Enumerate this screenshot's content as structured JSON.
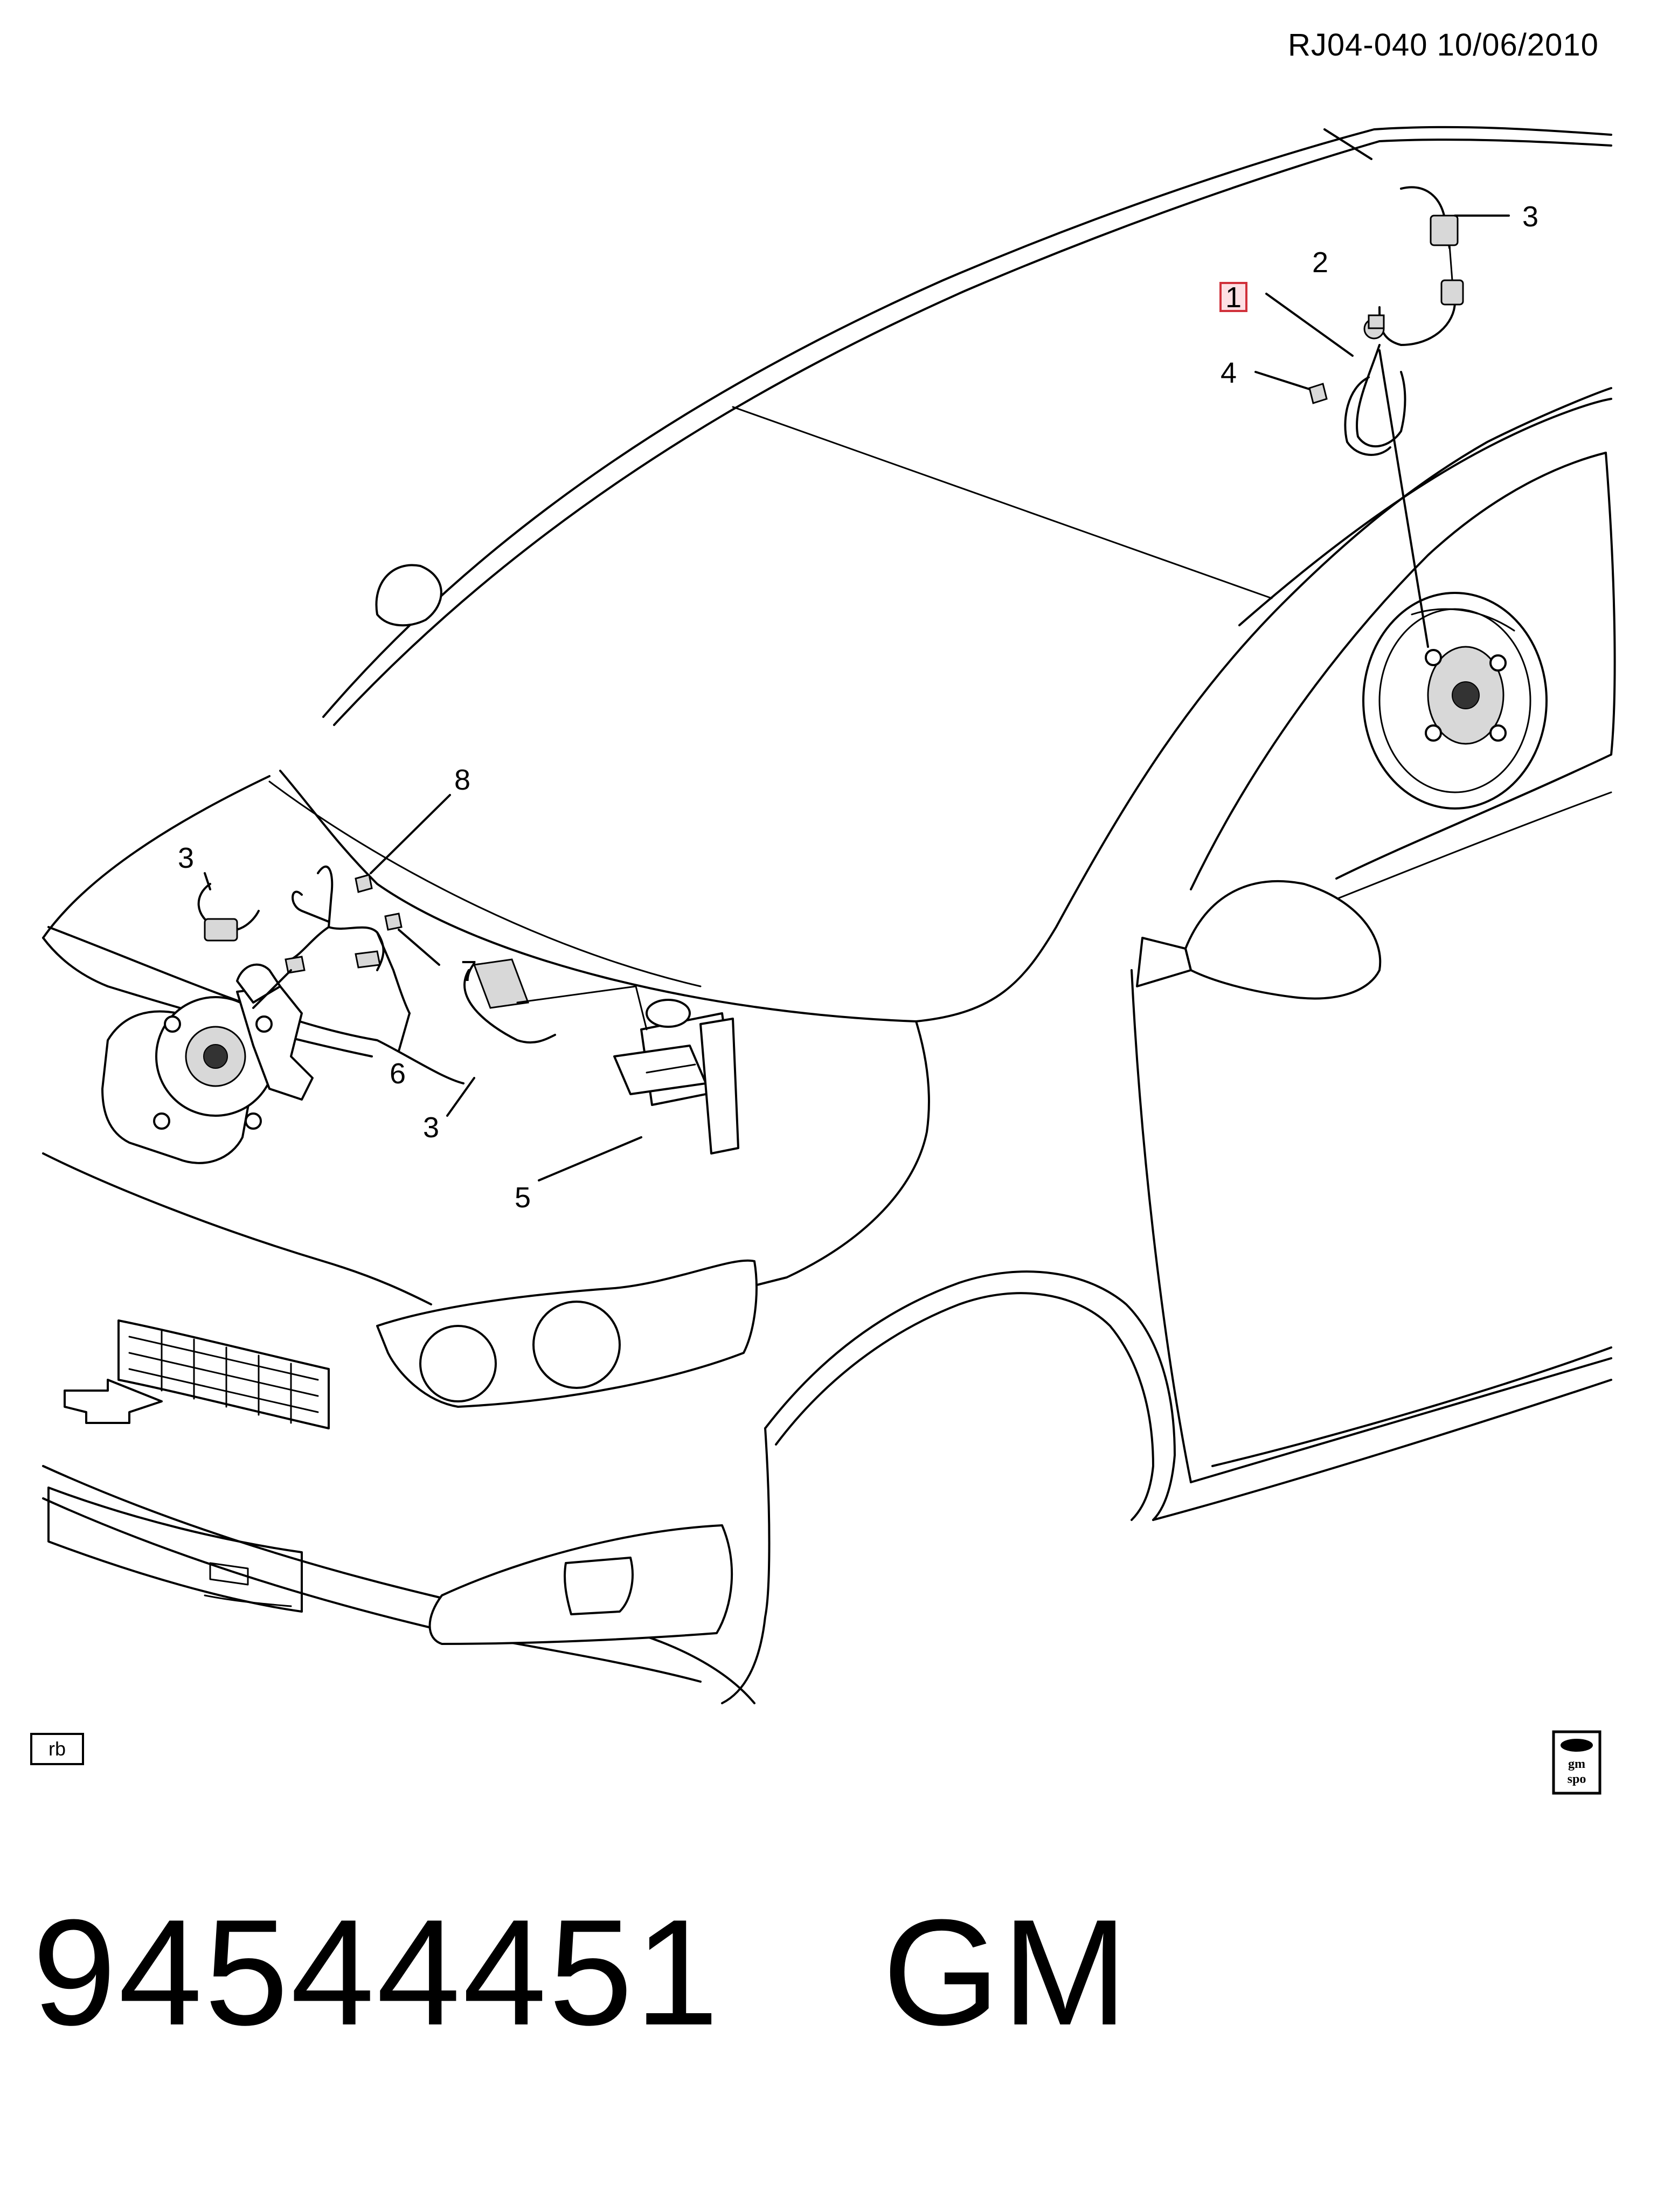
{
  "header": {
    "code": "RJ04-040  10/06/2010"
  },
  "callouts": [
    {
      "id": "c1",
      "label": "1",
      "highlighted": true
    },
    {
      "id": "c2",
      "label": "2"
    },
    {
      "id": "c3a",
      "label": "3"
    },
    {
      "id": "c4",
      "label": "4"
    },
    {
      "id": "c8",
      "label": "8"
    },
    {
      "id": "c3b",
      "label": "3"
    },
    {
      "id": "c7",
      "label": "7"
    },
    {
      "id": "c6",
      "label": "6"
    },
    {
      "id": "c3c",
      "label": "3"
    },
    {
      "id": "c5",
      "label": "5"
    }
  ],
  "footer": {
    "view_tag": "rb",
    "logo_text": "gm spo",
    "part_number": "94544451",
    "brand": "GM"
  },
  "colors": {
    "highlight_fill": "#fde0e4",
    "highlight_stroke": "#d0303a",
    "line": "#000000"
  }
}
